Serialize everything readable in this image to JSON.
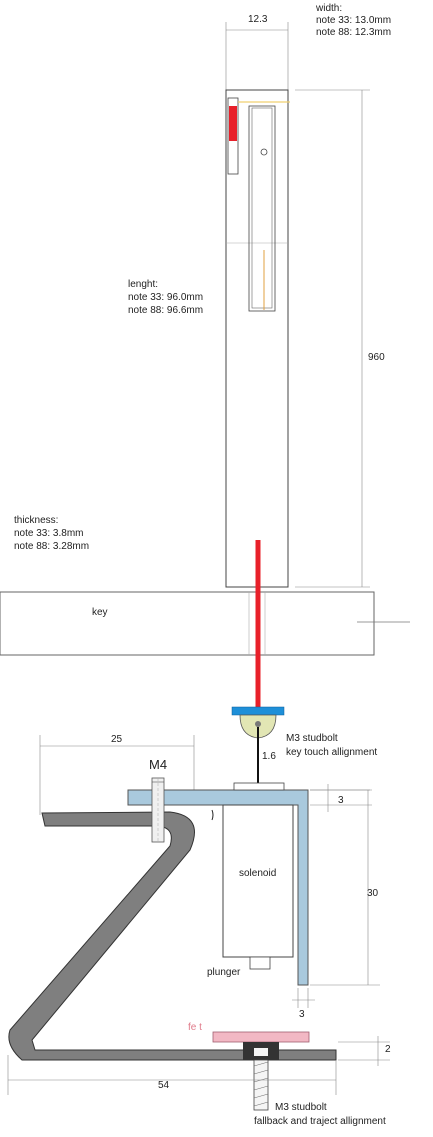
{
  "top_width_dim": "12.3",
  "width_note": [
    "width:",
    "note 33: 13.0mm",
    "note 88: 12.3mm"
  ],
  "length_note": [
    "lenght:",
    "note 33: 96.0mm",
    "note 88: 96.6mm"
  ],
  "length_dim": "960",
  "thickness_note": [
    "thickness:",
    "note 33: 3.8mm",
    "note 88: 3.28mm"
  ],
  "key_label": "key",
  "studbolt_top": [
    "M3 studbolt",
    "key touch allignment"
  ],
  "gap_dim": "1.6",
  "bracket_width_dim": "25",
  "m4_label": "M4",
  "bracket_thickness_dim": "3",
  "solenoid_label": "solenoid",
  "solenoid_height_dim": "30",
  "plunger_label": "plunger",
  "arm_thickness_dim": "3",
  "felt_label": "fe t",
  "base_thickness_dim": "2",
  "base_width_dim": "54",
  "studbolt_bottom": [
    "M3 studbolt",
    "fallback and traject allignment"
  ],
  "colors": {
    "bracket": "#a9c9dd",
    "frame": "#7f7f7f",
    "rod": "#e8202a",
    "cap": "#1e8fd8",
    "felt": "#f2b8c4",
    "red_mark": "#e8202a",
    "orange_line": "#e0a040",
    "yellow_line": "#f0d070"
  }
}
